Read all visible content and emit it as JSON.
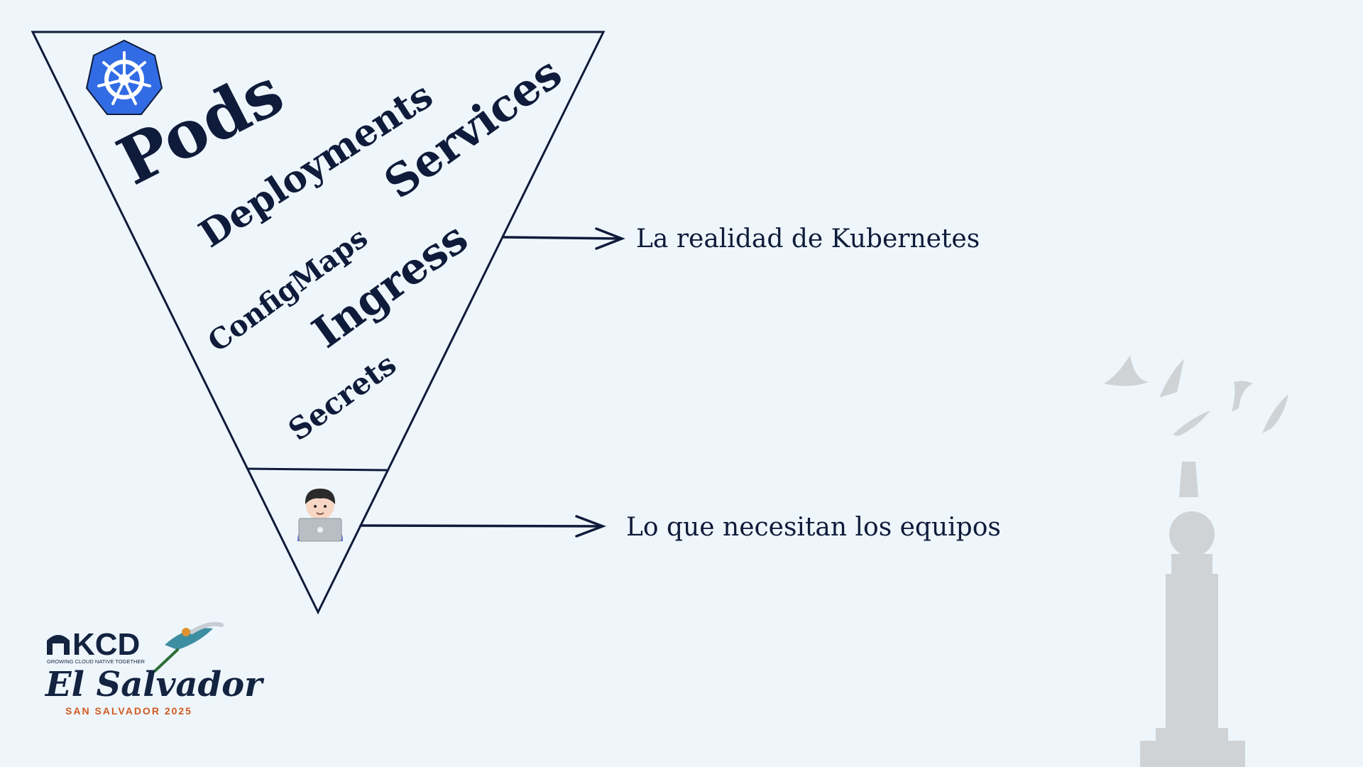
{
  "diagram": {
    "keywords": {
      "pods": "Pods",
      "deployments": "Deployments",
      "services": "Services",
      "configmaps": "ConfigMaps",
      "ingress": "Ingress",
      "secrets": "Secrets"
    },
    "icons": {
      "kubernetes": "kubernetes-helm-icon",
      "developer": "developer-laptop-emoji-icon"
    },
    "annotations": {
      "top": "La realidad de Kubernetes",
      "bottom": "Lo que necesitan los equipos"
    }
  },
  "branding": {
    "kcd": "KCD",
    "tagline": "GROWING CLOUD NATIVE TOGETHER",
    "city": "El Salvador",
    "event": "SAN SALVADOR 2025"
  },
  "colors": {
    "background": "#eef6fb",
    "ink": "#0f1b3a",
    "kubernetes_blue": "#326ce5",
    "accent_orange": "#d4581e",
    "monument_gray": "#cfd3d6"
  }
}
